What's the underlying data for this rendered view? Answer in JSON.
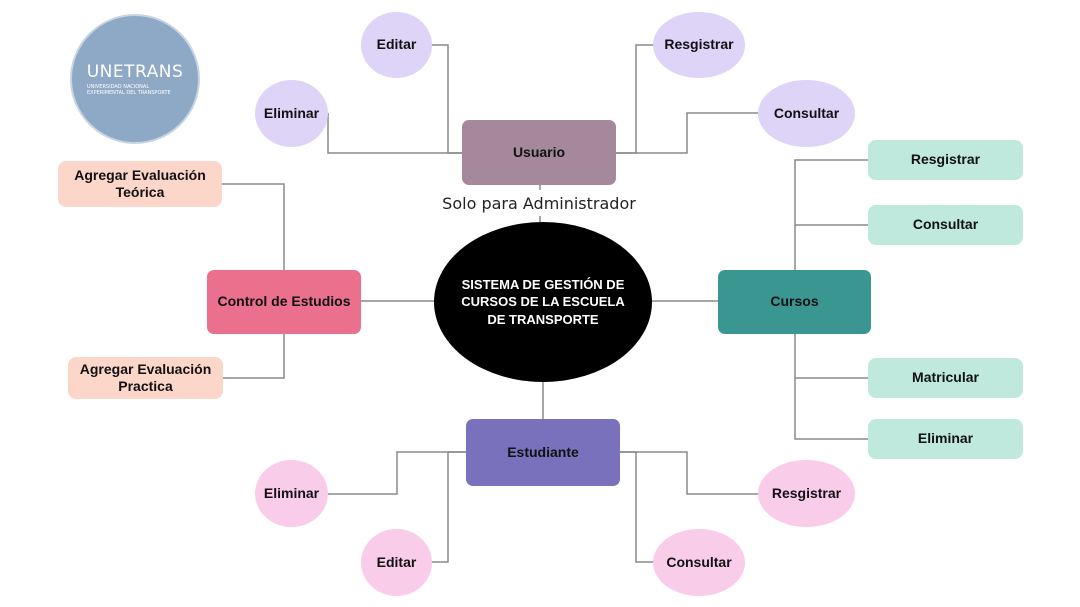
{
  "logo": {
    "name": "UNETRANS",
    "subtitle_line1": "UNIVERSIDAD NACIONAL",
    "subtitle_line2": "EXPERIMENTAL DEL TRANSPORTE"
  },
  "center": {
    "line1": "SISTEMA DE GESTIÓN  DE",
    "line2": "CURSOS  DE LA ESCUELA",
    "line3": "DE TRANSPORTE"
  },
  "note": "Solo para Administrador",
  "usuario": {
    "label": "Usuario",
    "children": {
      "editar": "Editar",
      "eliminar": "Eliminar",
      "registrar": "Resgistrar",
      "consultar": "Consultar"
    }
  },
  "cursos": {
    "label": "Cursos",
    "children": {
      "registrar": "Resgistrar",
      "consultar": "Consultar",
      "matricular": "Matricular",
      "eliminar": "Eliminar"
    }
  },
  "estudiante": {
    "label": "Estudiante",
    "children": {
      "eliminar": "Eliminar",
      "editar": "Editar",
      "registrar": "Resgistrar",
      "consultar": "Consultar"
    }
  },
  "control": {
    "label": "Control de Estudios",
    "children": {
      "teorica_line1": "Agregar Evaluación",
      "teorica_line2": "Teórica",
      "practica_line1": "Agregar Evaluación",
      "practica_line2": "Practica"
    }
  },
  "colors": {
    "usuario": "#a5889c",
    "usuario_child": "#ddd4f7",
    "cursos": "#3a9690",
    "cursos_child": "#bfe9dc",
    "estudiante": "#7a71bd",
    "estudiante_child": "#f9cdea",
    "control": "#ea708e",
    "control_child": "#fcd6c9",
    "center": "#000000",
    "lines": "#8a8a8a"
  }
}
